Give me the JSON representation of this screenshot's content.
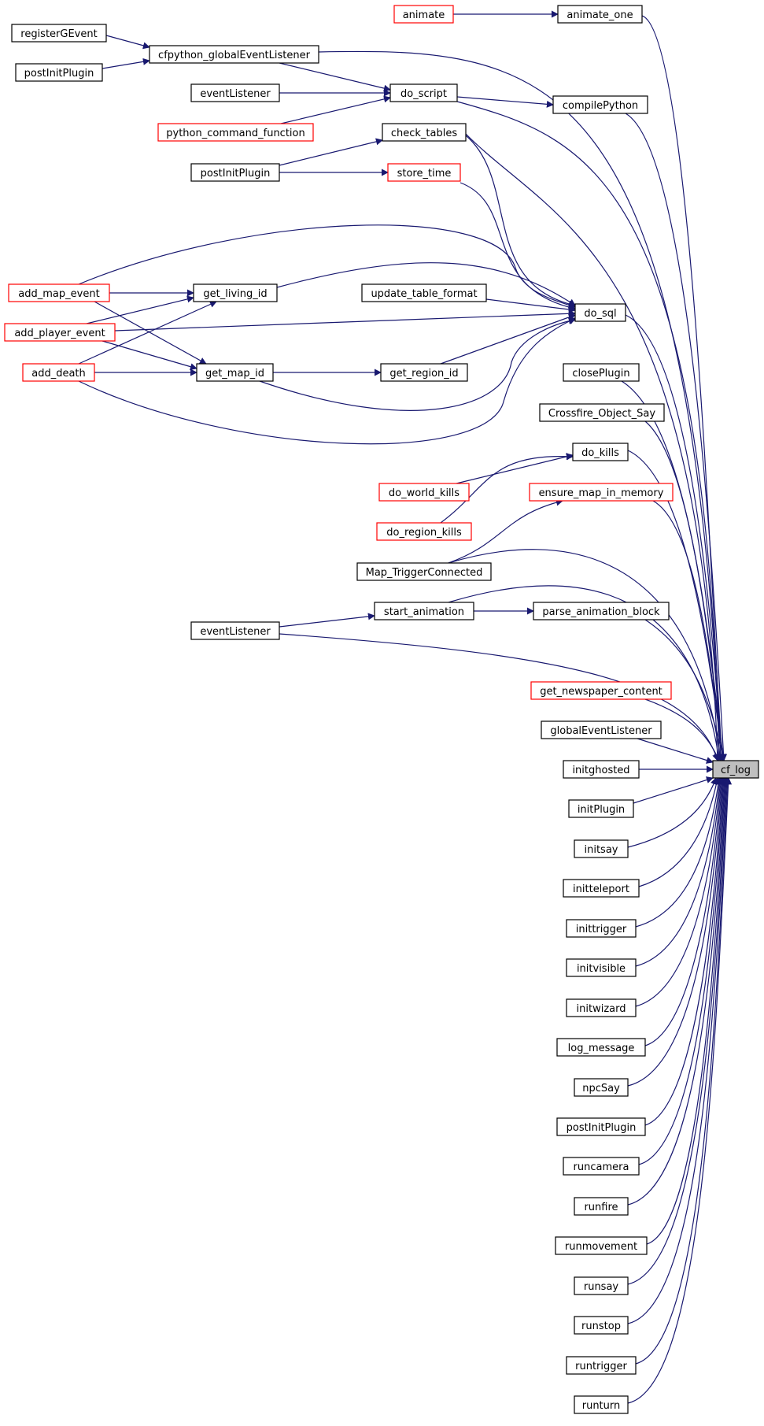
{
  "colors": {
    "edge": "#191970",
    "node_border": "#000000",
    "truncated_border": "#ff0000",
    "node_fill": "#ffffff",
    "target_fill": "#bfbfbf"
  },
  "nodes": [
    {
      "id": "animate",
      "label": "animate",
      "truncated": true
    },
    {
      "id": "animate_one",
      "label": "animate_one"
    },
    {
      "id": "registerGEvent",
      "label": "registerGEvent"
    },
    {
      "id": "cfpython_globalEventListener",
      "label": "cfpython_globalEventListener"
    },
    {
      "id": "postInitPlugin_1",
      "label": "postInitPlugin"
    },
    {
      "id": "eventListener_1",
      "label": "eventListener"
    },
    {
      "id": "do_script",
      "label": "do_script"
    },
    {
      "id": "compilePython",
      "label": "compilePython"
    },
    {
      "id": "python_command_function",
      "label": "python_command_function",
      "truncated": true
    },
    {
      "id": "check_tables",
      "label": "check_tables"
    },
    {
      "id": "postInitPlugin_2",
      "label": "postInitPlugin"
    },
    {
      "id": "store_time",
      "label": "store_time",
      "truncated": true
    },
    {
      "id": "add_map_event",
      "label": "add_map_event",
      "truncated": true
    },
    {
      "id": "get_living_id",
      "label": "get_living_id"
    },
    {
      "id": "update_table_format",
      "label": "update_table_format"
    },
    {
      "id": "do_sql",
      "label": "do_sql"
    },
    {
      "id": "add_player_event",
      "label": "add_player_event",
      "truncated": true
    },
    {
      "id": "add_death",
      "label": "add_death",
      "truncated": true
    },
    {
      "id": "get_map_id",
      "label": "get_map_id"
    },
    {
      "id": "get_region_id",
      "label": "get_region_id"
    },
    {
      "id": "closePlugin",
      "label": "closePlugin"
    },
    {
      "id": "Crossfire_Object_Say",
      "label": "Crossfire_Object_Say"
    },
    {
      "id": "do_kills",
      "label": "do_kills"
    },
    {
      "id": "do_world_kills",
      "label": "do_world_kills",
      "truncated": true
    },
    {
      "id": "ensure_map_in_memory",
      "label": "ensure_map_in_memory",
      "truncated": true
    },
    {
      "id": "do_region_kills",
      "label": "do_region_kills",
      "truncated": true
    },
    {
      "id": "Map_TriggerConnected",
      "label": "Map_TriggerConnected"
    },
    {
      "id": "start_animation",
      "label": "start_animation"
    },
    {
      "id": "parse_animation_block",
      "label": "parse_animation_block"
    },
    {
      "id": "eventListener_2",
      "label": "eventListener"
    },
    {
      "id": "get_newspaper_content",
      "label": "get_newspaper_content",
      "truncated": true
    },
    {
      "id": "globalEventListener",
      "label": "globalEventListener"
    },
    {
      "id": "cf_log",
      "label": "cf_log",
      "target": true
    },
    {
      "id": "initghosted",
      "label": "initghosted"
    },
    {
      "id": "initPlugin",
      "label": "initPlugin"
    },
    {
      "id": "initsay",
      "label": "initsay"
    },
    {
      "id": "initteleport",
      "label": "initteleport"
    },
    {
      "id": "inittrigger",
      "label": "inittrigger"
    },
    {
      "id": "initvisible",
      "label": "initvisible"
    },
    {
      "id": "initwizard",
      "label": "initwizard"
    },
    {
      "id": "log_message",
      "label": "log_message"
    },
    {
      "id": "npcSay",
      "label": "npcSay"
    },
    {
      "id": "postInitPlugin_3",
      "label": "postInitPlugin"
    },
    {
      "id": "runcamera",
      "label": "runcamera"
    },
    {
      "id": "runfire",
      "label": "runfire"
    },
    {
      "id": "runmovement",
      "label": "runmovement"
    },
    {
      "id": "runsay",
      "label": "runsay"
    },
    {
      "id": "runstop",
      "label": "runstop"
    },
    {
      "id": "runtrigger",
      "label": "runtrigger"
    },
    {
      "id": "runturn",
      "label": "runturn"
    }
  ],
  "edges": [
    {
      "from": "animate",
      "to": "animate_one"
    },
    {
      "from": "animate_one",
      "to": "cf_log"
    },
    {
      "from": "registerGEvent",
      "to": "cfpython_globalEventListener"
    },
    {
      "from": "postInitPlugin_1",
      "to": "cfpython_globalEventListener"
    },
    {
      "from": "cfpython_globalEventListener",
      "to": "do_script"
    },
    {
      "from": "cfpython_globalEventListener",
      "to": "cf_log"
    },
    {
      "from": "eventListener_1",
      "to": "do_script"
    },
    {
      "from": "python_command_function",
      "to": "do_script"
    },
    {
      "from": "do_script",
      "to": "compilePython"
    },
    {
      "from": "do_script",
      "to": "cf_log"
    },
    {
      "from": "compilePython",
      "to": "cf_log"
    },
    {
      "from": "postInitPlugin_2",
      "to": "check_tables"
    },
    {
      "from": "postInitPlugin_2",
      "to": "store_time"
    },
    {
      "from": "check_tables",
      "to": "do_sql"
    },
    {
      "from": "check_tables",
      "to": "cf_log"
    },
    {
      "from": "store_time",
      "to": "do_sql"
    },
    {
      "from": "add_map_event",
      "to": "get_living_id"
    },
    {
      "from": "add_map_event",
      "to": "get_map_id"
    },
    {
      "from": "add_map_event",
      "to": "do_sql"
    },
    {
      "from": "add_player_event",
      "to": "get_living_id"
    },
    {
      "from": "add_player_event",
      "to": "get_map_id"
    },
    {
      "from": "add_player_event",
      "to": "do_sql"
    },
    {
      "from": "add_death",
      "to": "get_living_id"
    },
    {
      "from": "add_death",
      "to": "get_map_id"
    },
    {
      "from": "add_death",
      "to": "do_sql"
    },
    {
      "from": "get_living_id",
      "to": "do_sql"
    },
    {
      "from": "update_table_format",
      "to": "do_sql"
    },
    {
      "from": "get_map_id",
      "to": "get_region_id"
    },
    {
      "from": "get_map_id",
      "to": "do_sql"
    },
    {
      "from": "get_region_id",
      "to": "do_sql"
    },
    {
      "from": "do_sql",
      "to": "cf_log"
    },
    {
      "from": "closePlugin",
      "to": "cf_log"
    },
    {
      "from": "Crossfire_Object_Say",
      "to": "cf_log"
    },
    {
      "from": "do_world_kills",
      "to": "do_kills"
    },
    {
      "from": "do_region_kills",
      "to": "do_kills"
    },
    {
      "from": "do_kills",
      "to": "cf_log"
    },
    {
      "from": "Map_TriggerConnected",
      "to": "ensure_map_in_memory"
    },
    {
      "from": "Map_TriggerConnected",
      "to": "cf_log"
    },
    {
      "from": "ensure_map_in_memory",
      "to": "cf_log"
    },
    {
      "from": "eventListener_2",
      "to": "start_animation"
    },
    {
      "from": "eventListener_2",
      "to": "cf_log"
    },
    {
      "from": "start_animation",
      "to": "parse_animation_block"
    },
    {
      "from": "start_animation",
      "to": "cf_log"
    },
    {
      "from": "parse_animation_block",
      "to": "cf_log"
    },
    {
      "from": "get_newspaper_content",
      "to": "cf_log"
    },
    {
      "from": "globalEventListener",
      "to": "cf_log"
    },
    {
      "from": "initghosted",
      "to": "cf_log"
    },
    {
      "from": "initPlugin",
      "to": "cf_log"
    },
    {
      "from": "initsay",
      "to": "cf_log"
    },
    {
      "from": "initteleport",
      "to": "cf_log"
    },
    {
      "from": "inittrigger",
      "to": "cf_log"
    },
    {
      "from": "initvisible",
      "to": "cf_log"
    },
    {
      "from": "initwizard",
      "to": "cf_log"
    },
    {
      "from": "log_message",
      "to": "cf_log"
    },
    {
      "from": "npcSay",
      "to": "cf_log"
    },
    {
      "from": "postInitPlugin_3",
      "to": "cf_log"
    },
    {
      "from": "runcamera",
      "to": "cf_log"
    },
    {
      "from": "runfire",
      "to": "cf_log"
    },
    {
      "from": "runmovement",
      "to": "cf_log"
    },
    {
      "from": "runsay",
      "to": "cf_log"
    },
    {
      "from": "runstop",
      "to": "cf_log"
    },
    {
      "from": "runtrigger",
      "to": "cf_log"
    },
    {
      "from": "runturn",
      "to": "cf_log"
    }
  ]
}
